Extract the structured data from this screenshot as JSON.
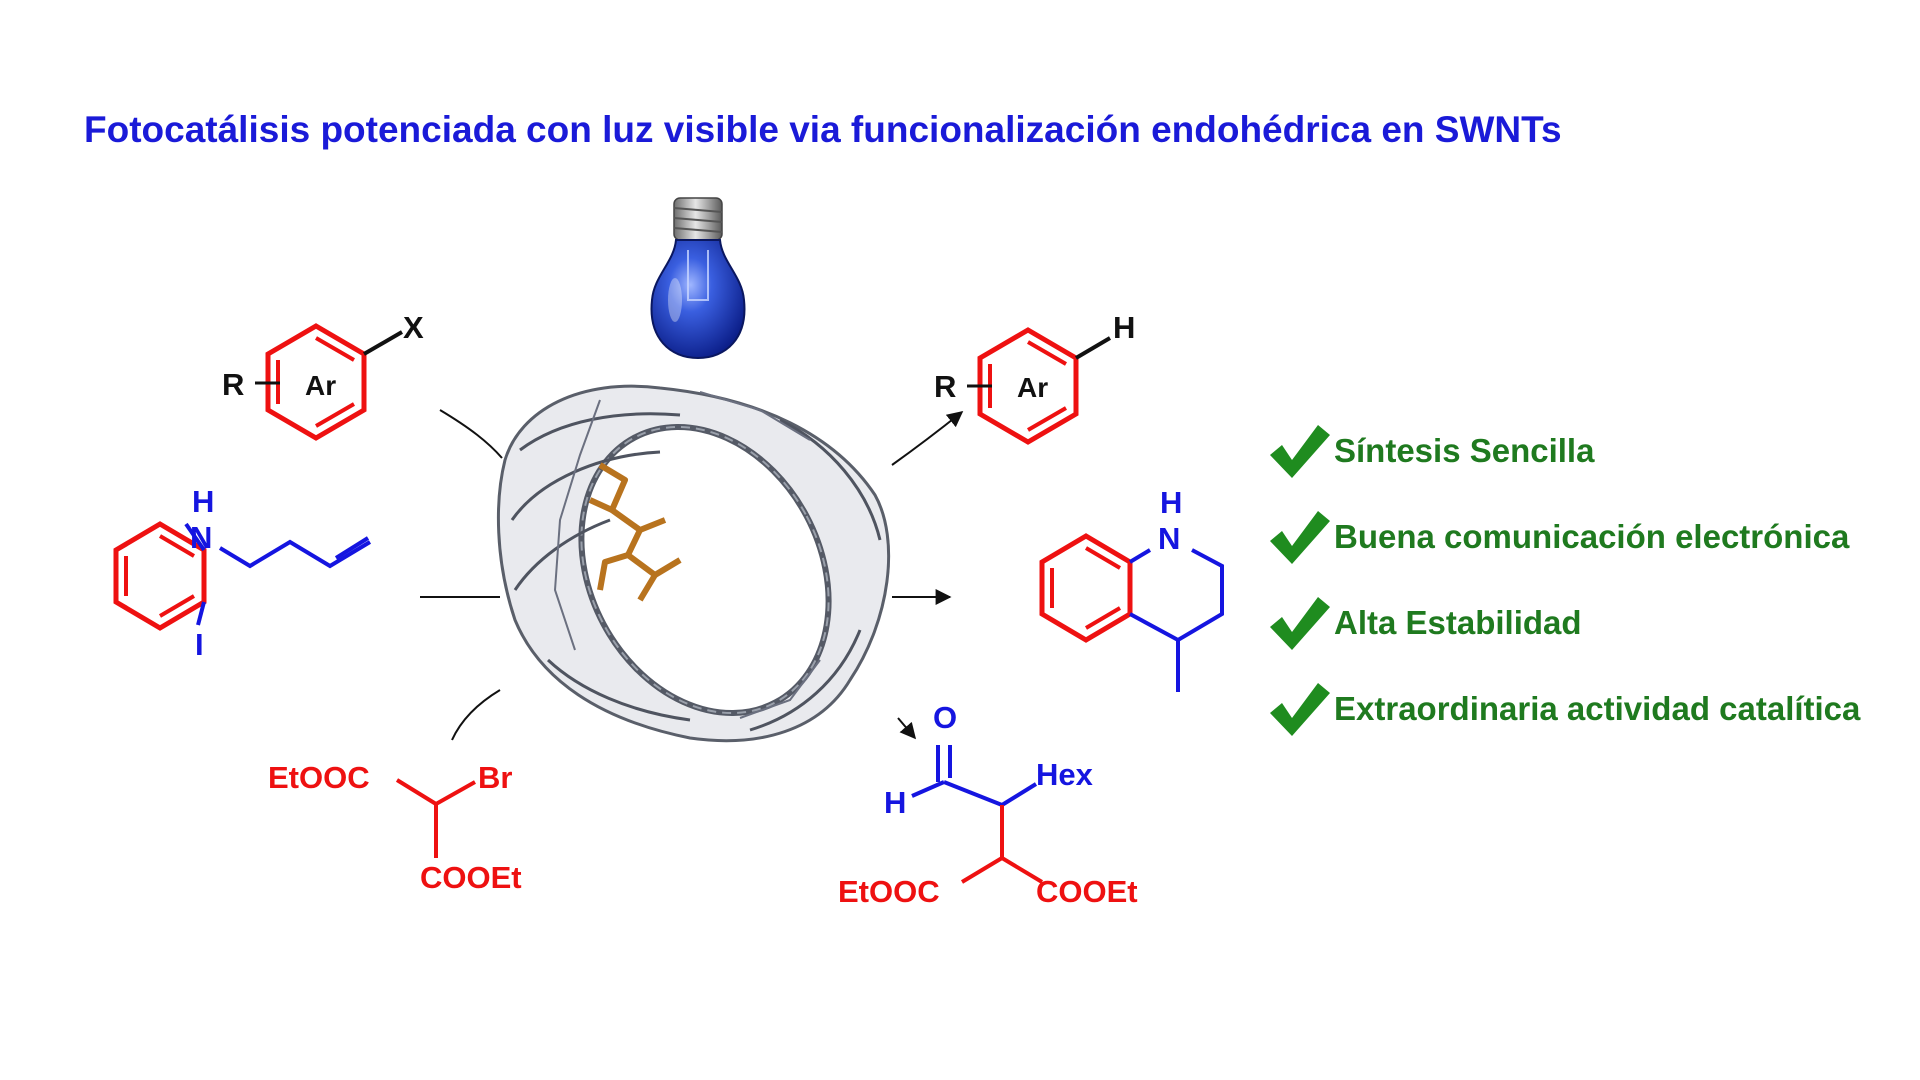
{
  "title": "Fotocatálisis potenciada con luz visible via funcionalización endohédrica en SWNTs",
  "colors": {
    "title": "#1a1ad8",
    "red": "#ee1111",
    "blue": "#1515e0",
    "black": "#111111",
    "green": "#1f7a1f",
    "checkmark": "#1f8c1f",
    "bulb": "#1a3fc4",
    "nanotube": "#555a66",
    "guest_molecule": "#d98a2a"
  },
  "icons": {
    "light": "light-bulb-icon",
    "catalyst": "carbon-nanotube-icon",
    "check": "checkmark-icon"
  },
  "reactants": {
    "aryl_halide": {
      "substituent": "R",
      "ring": "Ar",
      "leaving_group": "X"
    },
    "iodo_amine": {
      "nh_n": "N",
      "nh_h": "H",
      "halogen": "I"
    },
    "bromomalonate": {
      "ester_left": "EtOOC",
      "halogen": "Br",
      "ester_bottom": "COOEt"
    }
  },
  "products": {
    "arene": {
      "substituent": "R",
      "ring": "Ar",
      "hydrogen": "H"
    },
    "tetrahydroquinoline": {
      "nh_n": "N",
      "nh_h": "H"
    },
    "alkylated_malonate": {
      "oxygen": "O",
      "aldehyde_h": "H",
      "alkyl": "Hex",
      "ester_left": "EtOOC",
      "ester_right": "COOEt"
    }
  },
  "advantages": [
    "Síntesis Sencilla",
    "Buena comunicación electrónica",
    "Alta Estabilidad",
    "Extraordinaria actividad catalítica"
  ]
}
